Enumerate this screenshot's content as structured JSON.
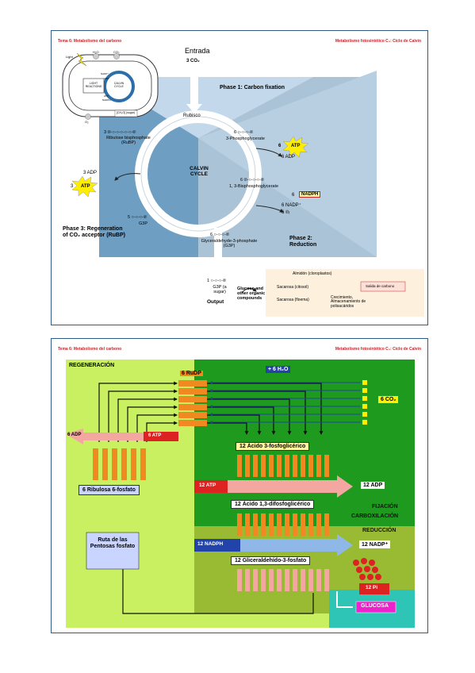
{
  "slide1": {
    "header_left": "Tema 6: Metabolismo del carbono",
    "header_right": "Metabolismo fotosintético  C₃: Ciclo de Calvin",
    "inset": {
      "light": "Light",
      "h2o": "H₂O",
      "co2": "CO₂",
      "light_reactions": "LIGHT REACTIONS",
      "calvin_cycle": "CALVIN CYCLE",
      "nadp": "NADP⁺",
      "adp": "ADP",
      "atp": "ATP",
      "nadph": "NADPH",
      "o2": "O₂",
      "sugar": "[CH₂O] (sugar)"
    },
    "entrada": "Entrada",
    "input_co2": "3  CO₂",
    "phase1": "Phase 1: Carbon fixation",
    "rubisco": "Rubisco",
    "rubp": "3 ℗-○-○-○-○-○-℗",
    "rubp_name": "Ribulose bisphosphate (RuBP)",
    "pga": "6 ○-○-○-℗",
    "pga_name": "3-Phosphoglycerate",
    "atp6_num": "6",
    "atp": "ATP",
    "adp6": "6 ADP",
    "calvin_cycle": "CALVIN CYCLE",
    "adp3": "3 ADP",
    "atp3_num": "3",
    "bpg": "6 ℗-○-○-○-℗",
    "bpg_name": "1, 3-Bisphosphoglycerate",
    "nadph6_num": "6",
    "nadph": "NADPH",
    "nadp6": "6 NADP⁺",
    "pi6": "6 ℗ᵢ",
    "g3p5": "5 ○-○-○-℗",
    "g3p_label": "G3P",
    "phase3": "Phase 3: Regeneration of CO₂ acceptor (RuBP)",
    "g3p6": "6 ○-○-○-℗",
    "g3p6_name": "Glyceraldehyde-3-phosphate (G3P)",
    "phase2": "Phase 2: Reduction",
    "output_num": "1 ○-○-○-℗",
    "output_g3p": "G3P (a sugar)",
    "output": "Output",
    "glucose": "Glucose and other organic compounds",
    "fate": {
      "almidon": "Almidón (cloroplastos)",
      "sac_cit": "Sacarosa (citosol)",
      "salida": "Salida de carbono",
      "sac_floema": "Sacarosa (floema)",
      "crecimiento": "Crecimiento, Almacenamiento de polisacáridos"
    }
  },
  "slide2": {
    "header_left": "Tema 6: Metabolismo del carbono",
    "header_right": "Metabolismo fotosintético  C₃: Ciclo de Calvin",
    "regeneracion": "REGENERACIÓN",
    "rudp": "6 RuDP",
    "h2o": "+ 6 H₂O",
    "co2": "6  CO₂",
    "adp6": "6 ADP",
    "atp6": "6 ATP",
    "acido3": "12 Ácido 3-fosfoglicérico",
    "atp12": "12 ATP",
    "adp12": "12 ADP",
    "ribulosa": "6 Ribulosa 6-fosfato",
    "acido13": "12 Ácido 1,3-difosfoglicérico",
    "fijacion": "FIJACIÓN",
    "carbox": "CARBOXILACIÓN",
    "reduccion": "REDUCCIÓN",
    "ruta": "Ruta de las Pentosas fosfato",
    "nadph12": "12 NADPH",
    "nadp12": "12 NADP⁺",
    "gliceraldehido": "12 Gliceraldehído-3-fosfato",
    "pi12": "12 Pi",
    "glucosa": "GLUCOSA"
  },
  "colors": {
    "header_red": "#c0282d",
    "slide_border": "#2e5c8a",
    "regeneration_green": "#c8f060",
    "fixation_green": "#1e9a1e",
    "reduction_green": "#99bb33",
    "glucosa_magenta": "#ee22cc"
  }
}
